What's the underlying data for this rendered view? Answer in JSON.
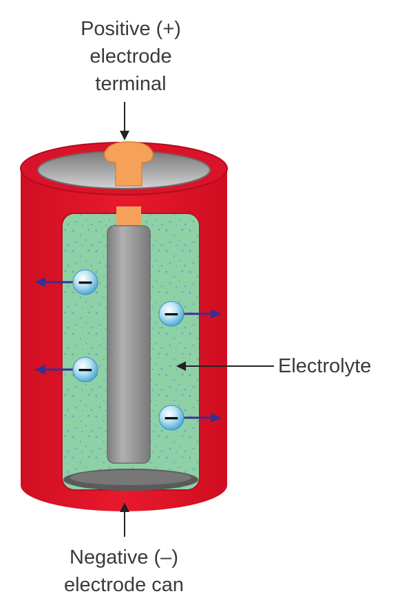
{
  "labels": {
    "positive_line1": "Positive (+)",
    "positive_line2": "electrode",
    "positive_line3": "terminal",
    "electrolyte": "Electrolyte",
    "negative_line1": "Negative (–)",
    "negative_line2": "electrode can"
  },
  "ion_symbol": "−",
  "colors": {
    "can": "#e5162a",
    "can_dark": "#c70f22",
    "electrolyte": "#8fd1a6",
    "rod": "#9b9b9b",
    "terminal": "#f6a15a",
    "ion": "#8fd1ec",
    "arrow": "#3a2f8f"
  }
}
